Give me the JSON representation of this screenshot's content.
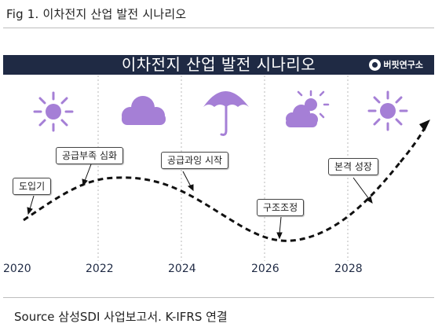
{
  "caption": "Fig 1. 이차전지 산업 발전 시나리오",
  "banner": {
    "title": "이차전지 산업 발전 시나리오",
    "logo_text": "버핏연구소"
  },
  "phases": [
    {
      "icon": "sun-icon",
      "color": "#a57fd6"
    },
    {
      "icon": "cloud-icon",
      "color": "#a57fd6"
    },
    {
      "icon": "umbrella-icon",
      "color": "#a57fd6"
    },
    {
      "icon": "sun-behind-cloud-icon",
      "color": "#a57fd6"
    },
    {
      "icon": "sun-icon",
      "color": "#a57fd6"
    }
  ],
  "callouts": [
    "도입기",
    "공급부족 심화",
    "공급과잉 시작",
    "구조조정",
    "본격 성장"
  ],
  "years": [
    "2020",
    "2022",
    "2024",
    "2026",
    "2028"
  ],
  "source": "Source 삼성SDI 사업보고서. K-IFRS 연결"
}
